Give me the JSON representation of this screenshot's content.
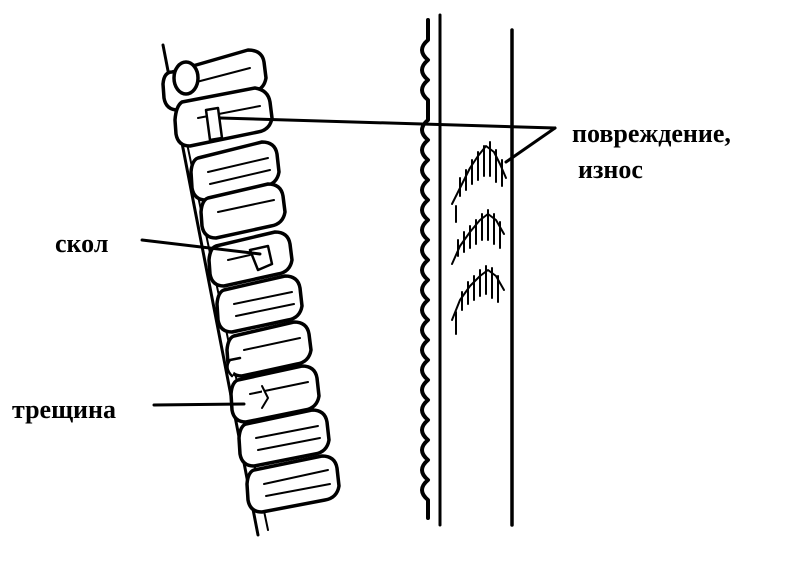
{
  "labels": {
    "damage_line1": "повреждение,",
    "damage_line2": "износ",
    "chip": "скол",
    "crack": "трещина"
  },
  "colors": {
    "ink": "#000000",
    "background": "#ffffff"
  }
}
